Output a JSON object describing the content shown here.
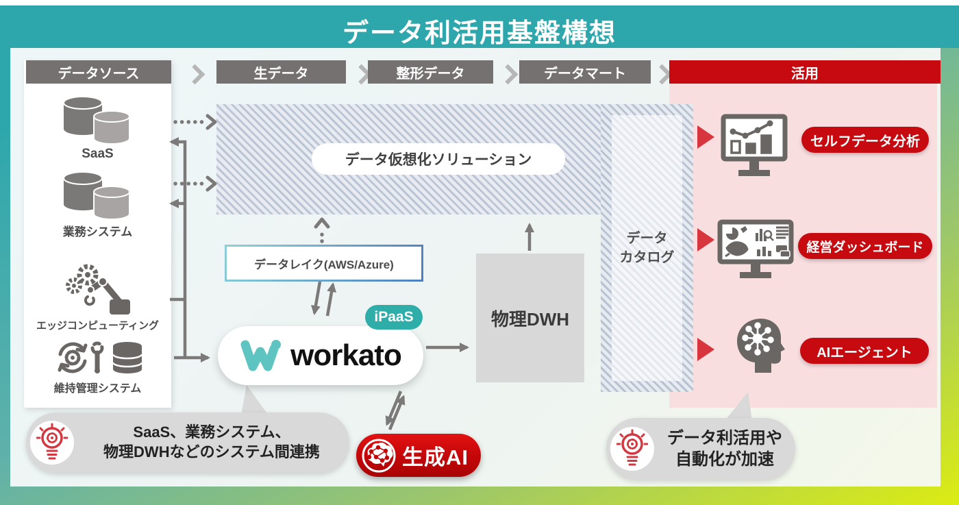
{
  "title": "データ利活用基盤構想",
  "pipeline_stages": [
    {
      "label": "データソース"
    },
    {
      "label": "生データ"
    },
    {
      "label": "整形データ"
    },
    {
      "label": "データマート"
    },
    {
      "label": "活用"
    }
  ],
  "data_sources": [
    {
      "label": "SaaS",
      "icon": "database-pair-icon"
    },
    {
      "label": "業務システム",
      "icon": "database-pair-icon"
    },
    {
      "label": "エッジコンピューティング",
      "icon": "edge-computing-icon"
    },
    {
      "label": "維持管理システム",
      "icon": "maintenance-system-icon"
    }
  ],
  "virtualization": {
    "label": "データ仮想化ソリューション"
  },
  "datalake": {
    "label": "データレイク(AWS/Azure)"
  },
  "ipaas": {
    "label": "iPaaS"
  },
  "workato": {
    "brand": "workato",
    "icon": "workato-w-icon"
  },
  "dwh": {
    "label": "物理DWH"
  },
  "catalog": {
    "line1": "データ",
    "line2": "カタログ"
  },
  "usage_items": [
    {
      "label": "セルフデータ分析",
      "icon": "analytics-monitor-icon"
    },
    {
      "label": "経営ダッシュボード",
      "icon": "dashboard-monitor-icon"
    },
    {
      "label": "AIエージェント",
      "icon": "ai-head-icon"
    }
  ],
  "genai": {
    "label": "生成AI",
    "icon": "brain-network-icon"
  },
  "callout_left": {
    "line1": "SaaS、業務システム、",
    "line2": "物理DWHなどのシステム間連携",
    "icon": "lightbulb-icon"
  },
  "callout_right": {
    "line1": "データ利活用や",
    "line2": "自動化が加速",
    "icon": "lightbulb-icon"
  },
  "colors": {
    "teal_band": "#2da7ac",
    "frame_green": "#dcec12",
    "stage_gray": "#767171",
    "accent_red": "#c70a10",
    "pink_panel": "#f9dee0",
    "workato_teal": "#5ec4c1",
    "ipaas_teal": "#2fada9",
    "arrow_gray": "#7c7979",
    "callout_gray": "#d9d9d9"
  }
}
